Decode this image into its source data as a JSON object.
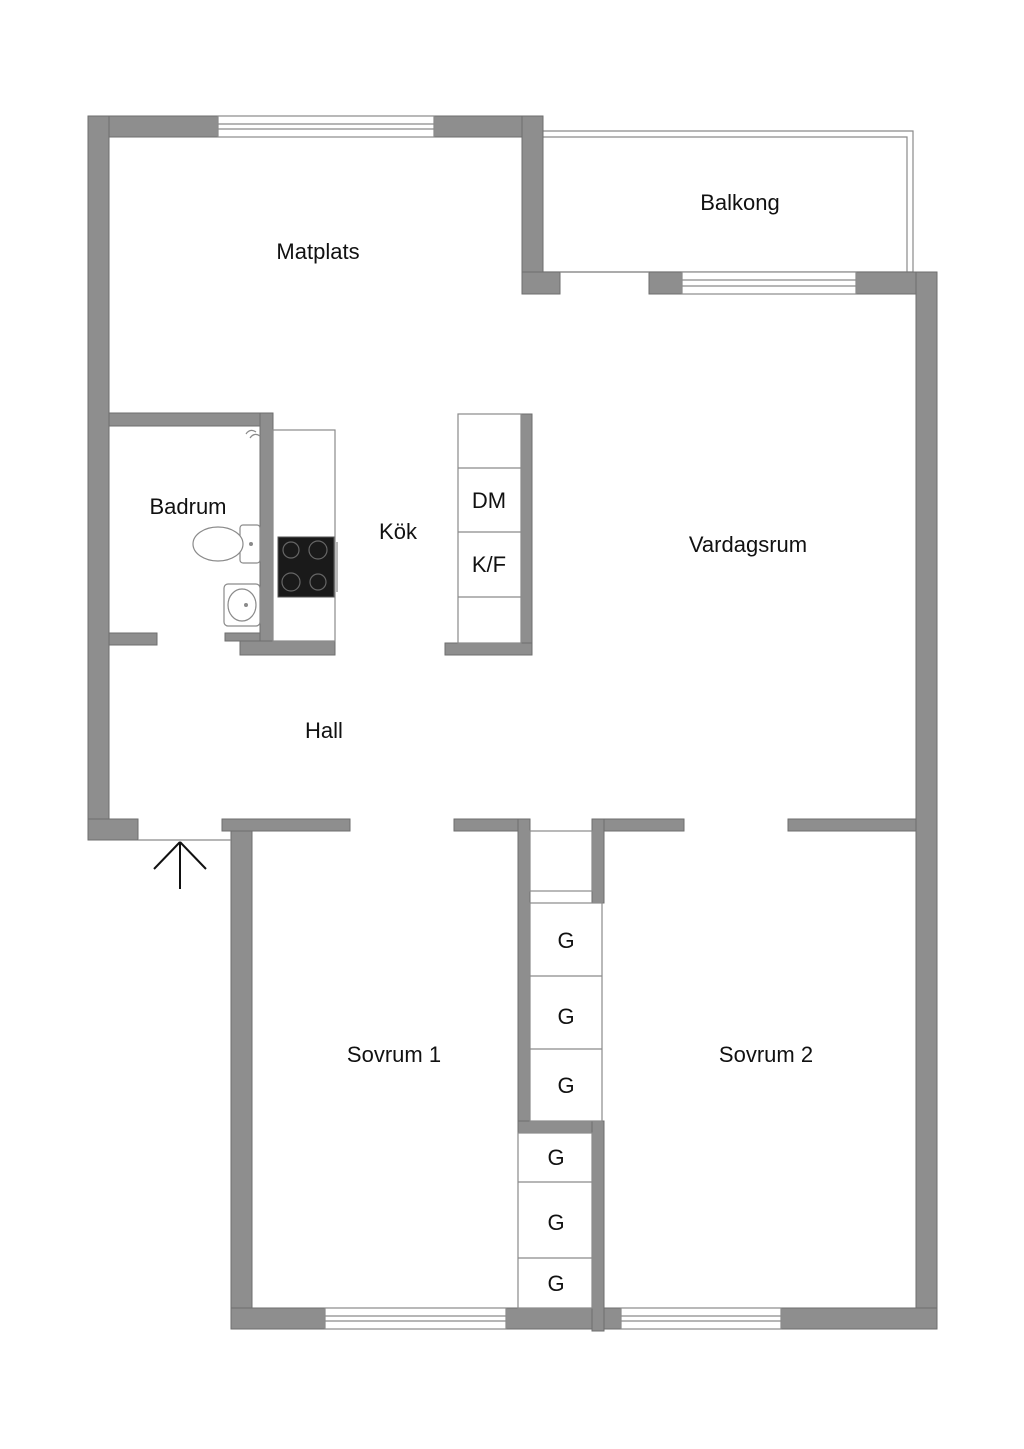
{
  "rooms": {
    "balkong": "Balkong",
    "matplats": "Matplats",
    "badrum": "Badrum",
    "kok": "Kök",
    "vardagsrum": "Vardagsrum",
    "hall": "Hall",
    "sovrum1": "Sovrum 1",
    "sovrum2": "Sovrum 2"
  },
  "fixtures": {
    "dishwasher": "DM",
    "fridge_freezer": "K/F",
    "wardrobes": [
      "G",
      "G",
      "G",
      "G",
      "G",
      "G"
    ]
  },
  "colors": {
    "wall": "#8e8e8e",
    "line": "#8a8a8a",
    "background": "#ffffff",
    "stove": "#1a1a1a"
  }
}
